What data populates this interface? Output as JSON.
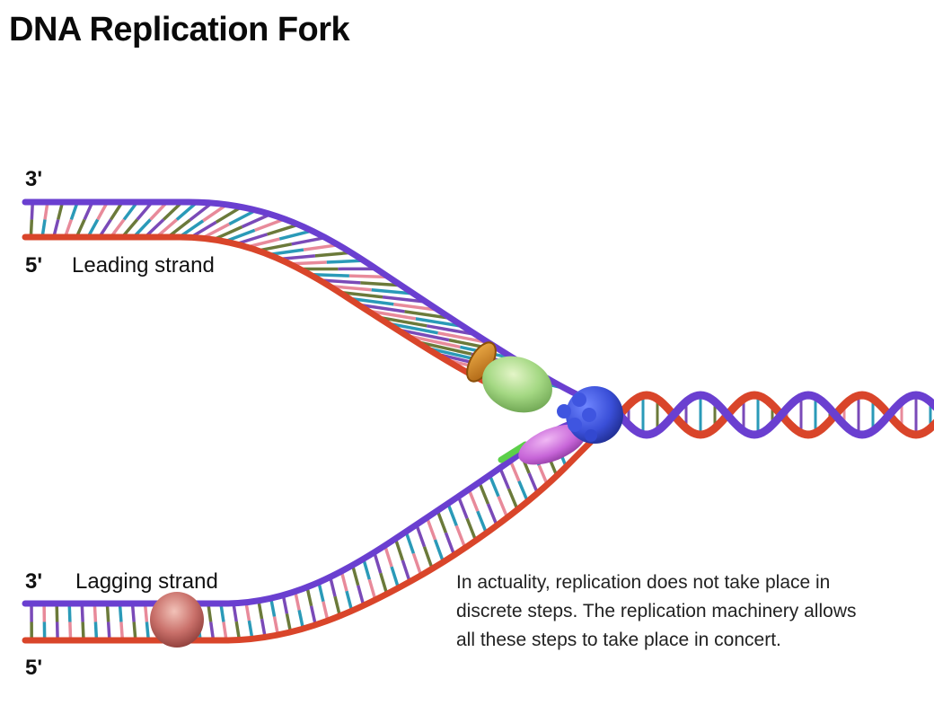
{
  "title": "DNA Replication Fork",
  "leading": {
    "label": "Leading strand",
    "end_top": "3'",
    "end_bottom": "5'"
  },
  "lagging": {
    "label": "Lagging strand",
    "end_top": "3'",
    "end_bottom": "5'"
  },
  "note": {
    "lines": [
      "In actuality, replication does not take place in",
      "discrete steps. The replication machinery allows",
      "all these steps to take place in concert."
    ]
  },
  "colors": {
    "template_strand": "#6a3fd0",
    "new_strand": "#d9452a",
    "base_teal": "#2a9ab8",
    "base_olive": "#6b7a3a",
    "base_pink": "#e88a9a",
    "base_purple": "#7a4ab8",
    "primer": "#5ccf4a",
    "clamp": "#d98a1e",
    "polymerase_leading": "#9fd77a",
    "helicase": "#3a4fd8",
    "primase": "#c765d8",
    "polymerase_lagging": "#c25a58"
  },
  "proteins": [
    {
      "name": "sliding-clamp"
    },
    {
      "name": "leading-polymerase"
    },
    {
      "name": "helicase"
    },
    {
      "name": "primase"
    },
    {
      "name": "lagging-polymerase"
    }
  ]
}
